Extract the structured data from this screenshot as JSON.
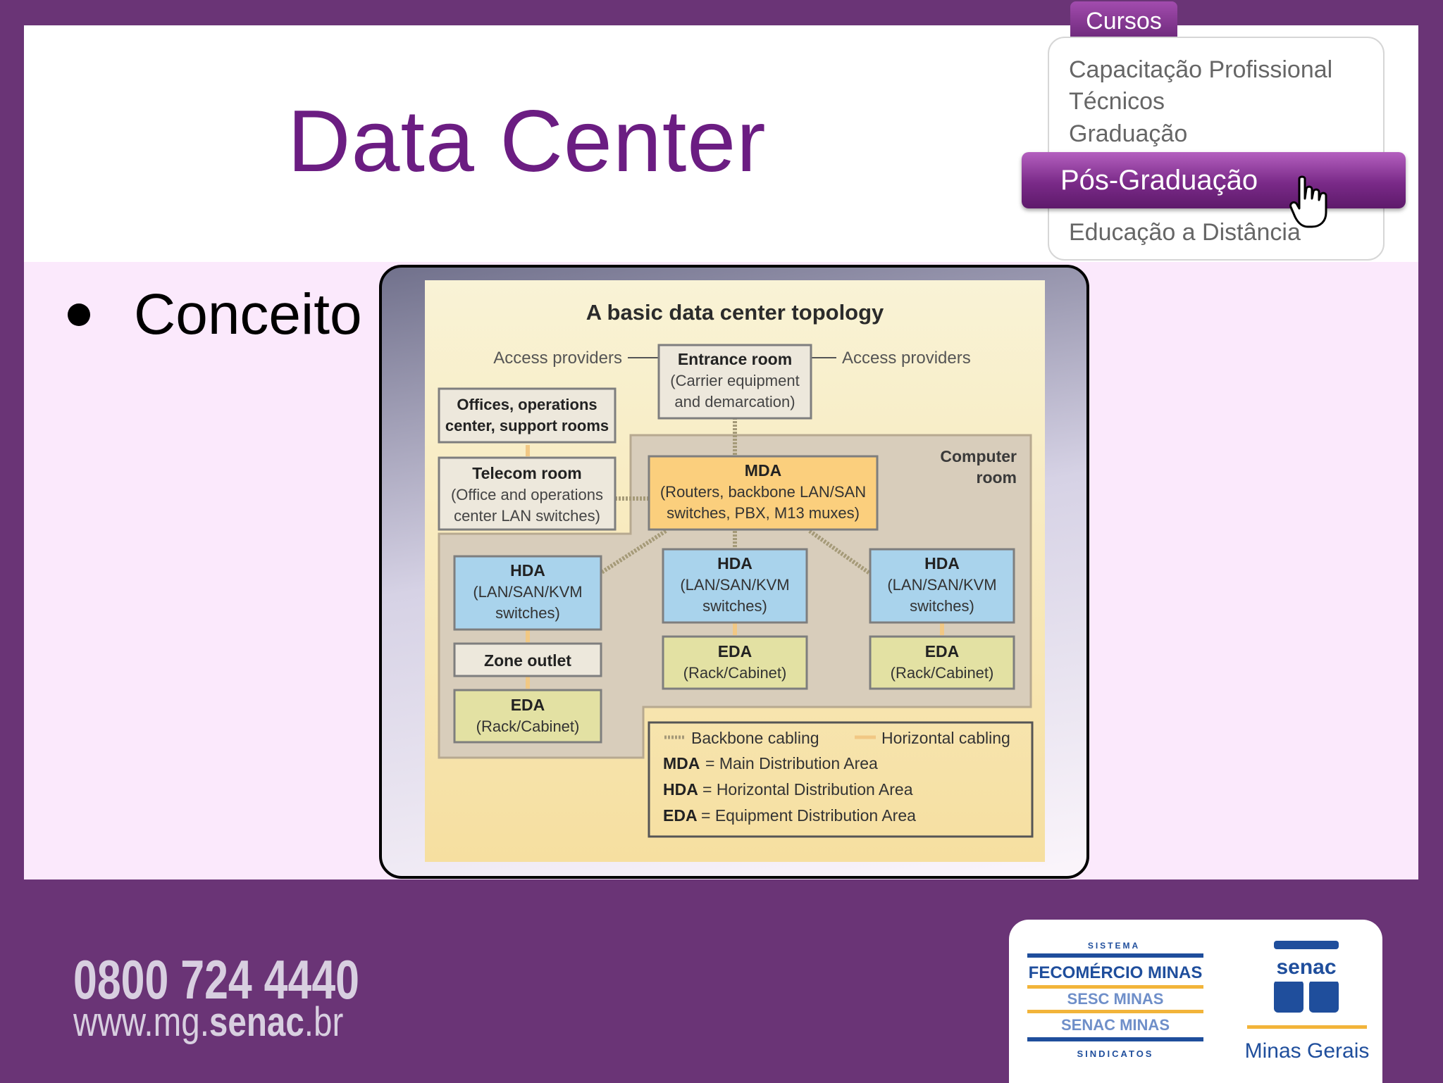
{
  "slide": {
    "title": "Data Center",
    "bullet": "Conceito"
  },
  "course_menu": {
    "tab_label": "Cursos",
    "items": [
      "Capacitação Profissional",
      "Técnicos",
      "Graduação",
      "Pós-Graduação",
      "Educação a Distância"
    ],
    "active_item": "Pós-Graduação"
  },
  "diagram": {
    "title": "A basic data center topology",
    "access_providers_left": "Access providers",
    "access_providers_right": "Access providers",
    "entrance_room": {
      "title": "Entrance room",
      "line1": "(Carrier equipment",
      "line2": "and demarcation)"
    },
    "offices": {
      "line1": "Offices, operations",
      "line2": "center, support rooms"
    },
    "telecom_room": {
      "title": "Telecom room",
      "line1": "(Office and operations",
      "line2": "center LAN switches)"
    },
    "computer_room": {
      "line1": "Computer",
      "line2": "room"
    },
    "mda": {
      "title": "MDA",
      "line1": "(Routers, backbone LAN/SAN",
      "line2": "switches, PBX, M13 muxes)"
    },
    "hda": {
      "title": "HDA",
      "line1": "(LAN/SAN/KVM",
      "line2": "switches)"
    },
    "zone_outlet": "Zone outlet",
    "eda": {
      "title": "EDA",
      "line1": "(Rack/Cabinet)"
    },
    "legend": {
      "backbone": "Backbone cabling",
      "horizontal": "Horizontal cabling",
      "mda_abbr": "MDA",
      "mda_def": "= Main Distribution Area",
      "hda_abbr": "HDA",
      "hda_def": "= Horizontal Distribution Area",
      "eda_abbr": "EDA",
      "eda_def": "= Equipment Distribution Area"
    }
  },
  "footer": {
    "phone": "0800 724 4440",
    "url_prefix": "www.mg.",
    "url_bold": "senac",
    "url_suffix": ".br"
  },
  "logos": {
    "sistema": "SISTEMA",
    "fecomercio": "FECOMÉRCIO MINAS",
    "sesc": "SESC MINAS",
    "senac_minas": "SENAC MINAS",
    "sindicatos": "SINDICATOS",
    "senac": "senac",
    "minas_gerais": "Minas Gerais"
  },
  "colors": {
    "brand_purple": "#6a3476",
    "title_purple": "#6b1d82",
    "mda_orange": "#fbcf7d",
    "hda_blue": "#a9d3ec",
    "eda_olive": "#e3e1a3",
    "senac_blue": "#1f4e9c",
    "accent_yellow": "#f2b43a"
  },
  "icons": [
    "hand-pointer-icon",
    "senac-logo-icon"
  ]
}
